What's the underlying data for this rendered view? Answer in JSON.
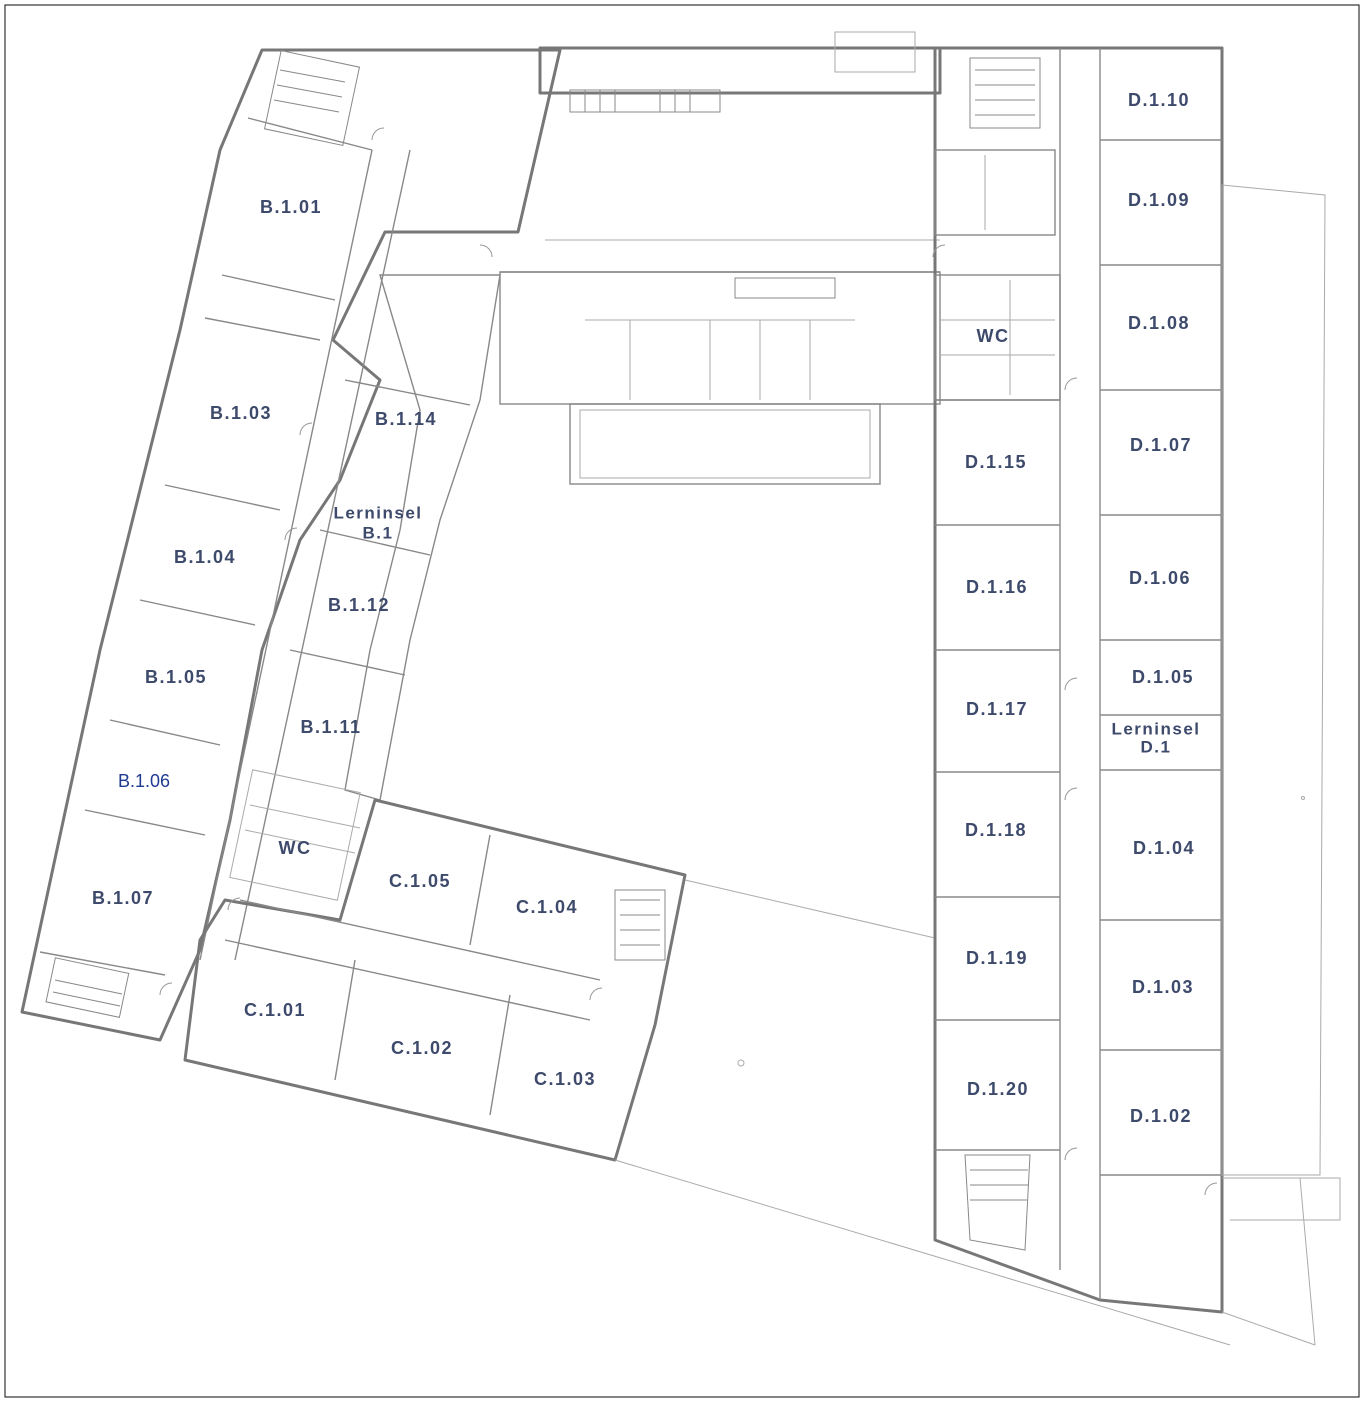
{
  "map": {
    "rooms": {
      "b101": "B.1.01",
      "b103": "B.1.03",
      "b104": "B.1.04",
      "b105": "B.1.05",
      "b106": "B.1.06",
      "b107": "B.1.07",
      "b111": "B.1.11",
      "b112": "B.1.12",
      "b114": "B.1.14",
      "lern_b_1": "Lerninsel",
      "lern_b_2": "B.1",
      "wc_b": "WC",
      "c101": "C.1.01",
      "c102": "C.1.02",
      "c103": "C.1.03",
      "c104": "C.1.04",
      "c105": "C.1.05",
      "d102": "D.1.02",
      "d103": "D.1.03",
      "d104": "D.1.04",
      "d105": "D.1.05",
      "d106": "D.1.06",
      "d107": "D.1.07",
      "d108": "D.1.08",
      "d109": "D.1.09",
      "d110": "D.1.10",
      "d115": "D.1.15",
      "d116": "D.1.16",
      "d117": "D.1.17",
      "d118": "D.1.18",
      "d119": "D.1.19",
      "d120": "D.1.20",
      "lern_d_1": "Lerninsel",
      "lern_d_2": "D.1",
      "wc_d": "WC"
    }
  }
}
